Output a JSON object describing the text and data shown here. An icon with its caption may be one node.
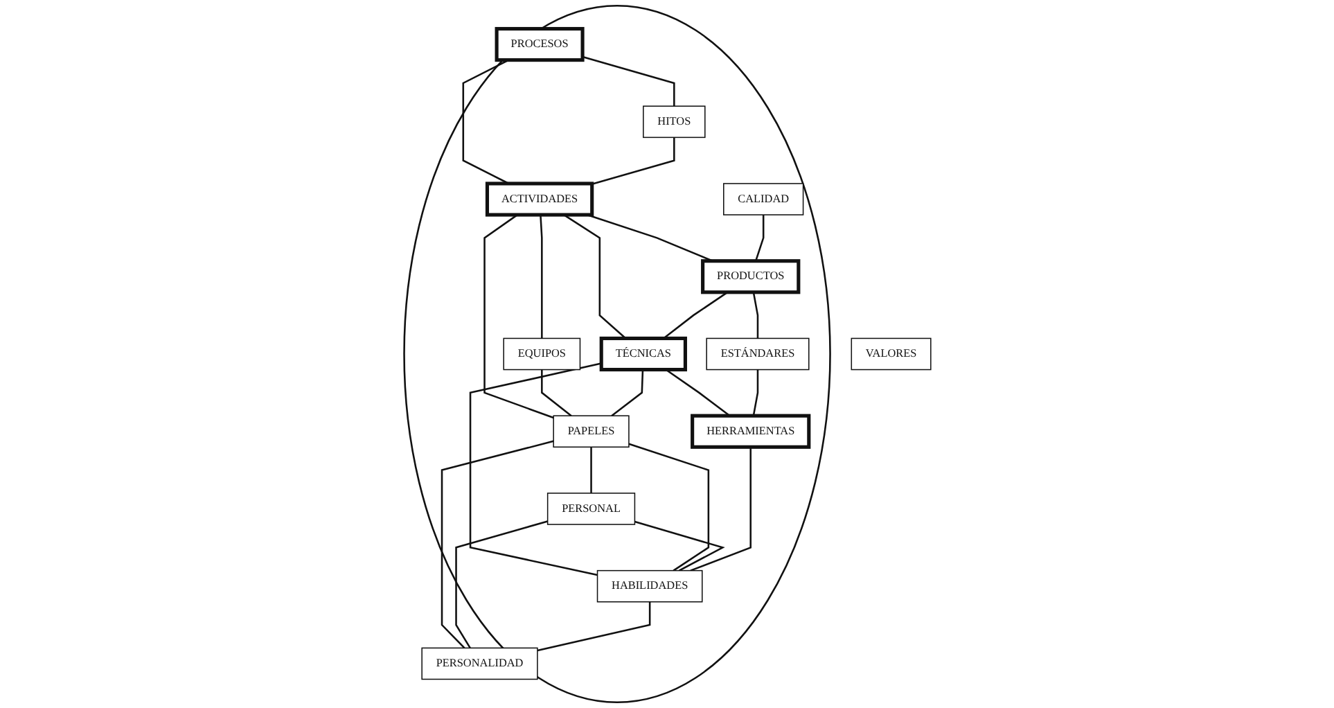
{
  "diagram": {
    "nodes": [
      {
        "text": [],
        "shape": "ellipse"
      },
      {
        "text": [
          "VALORES"
        ]
      },
      {
        "text": [
          "PROCESOS"
        ],
        "in": 0
      },
      {
        "text": [
          "HITOS"
        ],
        "in": 0
      },
      {
        "text": [
          "CALIDAD"
        ],
        "in": 0
      },
      {
        "text": [
          "ACTIVIDADES"
        ],
        "in": 0
      },
      {
        "text": [
          "EQUIPOS"
        ],
        "in": 0
      },
      {
        "text": [
          "PRODUCTOS"
        ],
        "in": 0
      },
      {
        "text": [
          "TÉCNICAS"
        ],
        "in": 0
      },
      {
        "text": [
          "PAPELES"
        ],
        "in": 0
      },
      {
        "text": [
          "PERSONAL"
        ],
        "in": 0
      },
      {
        "text": [
          "ESTÁNDARES"
        ],
        "in": 0
      },
      {
        "text": [
          "HERRAMIENTAS"
        ],
        "in": 0
      },
      {
        "text": [
          "HABILIDADES"
        ],
        "in": 0
      },
      {
        "text": [
          "PERSONALIDAD"
        ],
        "in": 0
      }
    ],
    "edges": [
      {
        "from": 2,
        "to": 3,
        "arrow": "none"
      },
      {
        "from": 2,
        "to": 5,
        "arrow": "none"
      },
      {
        "from": 3,
        "to": 5,
        "arrow": "none"
      },
      {
        "from": 5,
        "to": 6,
        "arrow": "none"
      },
      {
        "from": 5,
        "to": 7,
        "arrow": "none"
      },
      {
        "from": 5,
        "to": 8,
        "arrow": "none"
      },
      {
        "from": 5,
        "to": 9,
        "arrow": "none"
      },
      {
        "from": 4,
        "to": 7,
        "arrow": "none"
      },
      {
        "from": 6,
        "to": 9,
        "arrow": "none"
      },
      {
        "from": 7,
        "to": 8,
        "arrow": "none"
      },
      {
        "from": 7,
        "to": 11,
        "arrow": "none"
      },
      {
        "from": 8,
        "to": 9,
        "arrow": "none"
      },
      {
        "from": 8,
        "to": 12,
        "arrow": "none"
      },
      {
        "from": 8,
        "to": 13,
        "arrow": "none"
      },
      {
        "from": 9,
        "to": 10,
        "arrow": "none"
      },
      {
        "from": 9,
        "to": 13,
        "arrow": "none"
      },
      {
        "from": 9,
        "to": 14,
        "arrow": "none"
      },
      {
        "from": 10,
        "to": 13,
        "arrow": "none"
      },
      {
        "from": 10,
        "to": 14,
        "arrow": "none"
      },
      {
        "from": 11,
        "to": 12,
        "arrow": "none"
      },
      {
        "from": 12,
        "to": 13,
        "arrow": "none"
      },
      {
        "from": 13,
        "to": 14,
        "arrow": "none"
      }
    ]
  }
}
